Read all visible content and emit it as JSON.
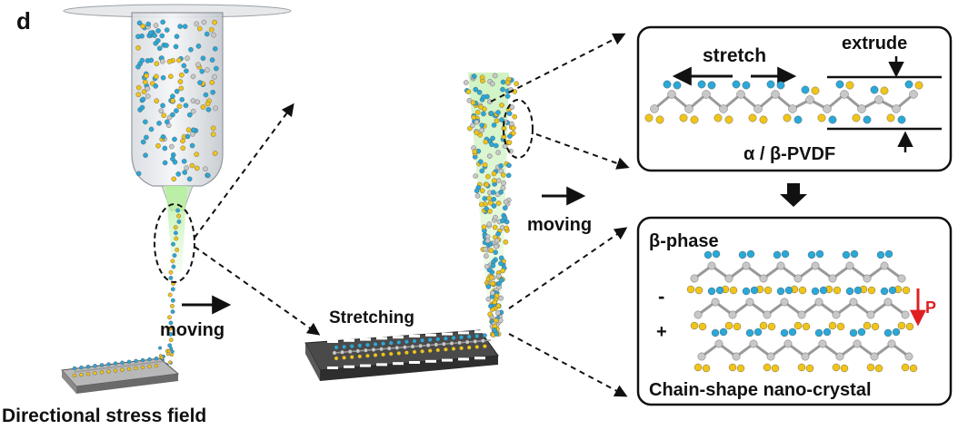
{
  "panel_label": "d",
  "left": {
    "caption": "Directional stress field",
    "moving": "moving"
  },
  "middle": {
    "stretching": "Stretching",
    "moving": "moving"
  },
  "inset_top": {
    "stretch": "stretch",
    "extrude": "extrude",
    "polymer": "α / β-PVDF"
  },
  "inset_bottom": {
    "phase": "β-phase",
    "minus": "-",
    "plus": "+",
    "polarization": "P",
    "caption": "Chain-shape nano-crystal"
  },
  "colors": {
    "fluorine_yellow": "#f0c419",
    "hydrogen_cyan": "#2aa8d8",
    "carbon_grey": "#c8c8c8",
    "jet_green": "#b6f0a0",
    "arrow_red": "#e02020"
  }
}
